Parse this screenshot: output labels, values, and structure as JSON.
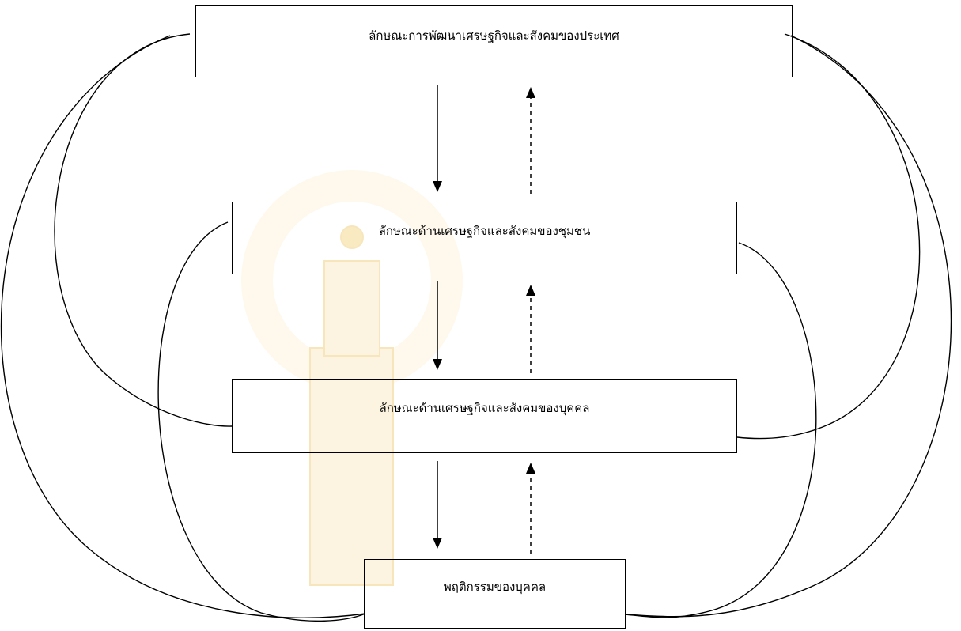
{
  "diagram": {
    "nodes": {
      "country": "ลักษณะการพัฒนาเศรษฐกิจและสังคมของประเทศ",
      "community": "ลักษณะด้านเศรษฐกิจและสังคมของชุมชน",
      "person": "ลักษณะด้านเศรษฐกิจและสังคมของบุคคล",
      "behavior": "พฤติกรรมของบุคคล"
    },
    "edges": [
      {
        "from": "country",
        "to": "community",
        "style": "solid"
      },
      {
        "from": "community",
        "to": "country",
        "style": "dashed"
      },
      {
        "from": "community",
        "to": "person",
        "style": "solid"
      },
      {
        "from": "person",
        "to": "community",
        "style": "dashed"
      },
      {
        "from": "person",
        "to": "behavior",
        "style": "solid"
      },
      {
        "from": "behavior",
        "to": "person",
        "style": "dashed"
      },
      {
        "from": "country",
        "to": "person",
        "style": "curve"
      },
      {
        "from": "country",
        "to": "behavior",
        "style": "curve"
      },
      {
        "from": "community",
        "to": "behavior",
        "style": "curve"
      }
    ],
    "colors": {
      "line": "#000000",
      "watermark": "#f3d99a"
    }
  }
}
